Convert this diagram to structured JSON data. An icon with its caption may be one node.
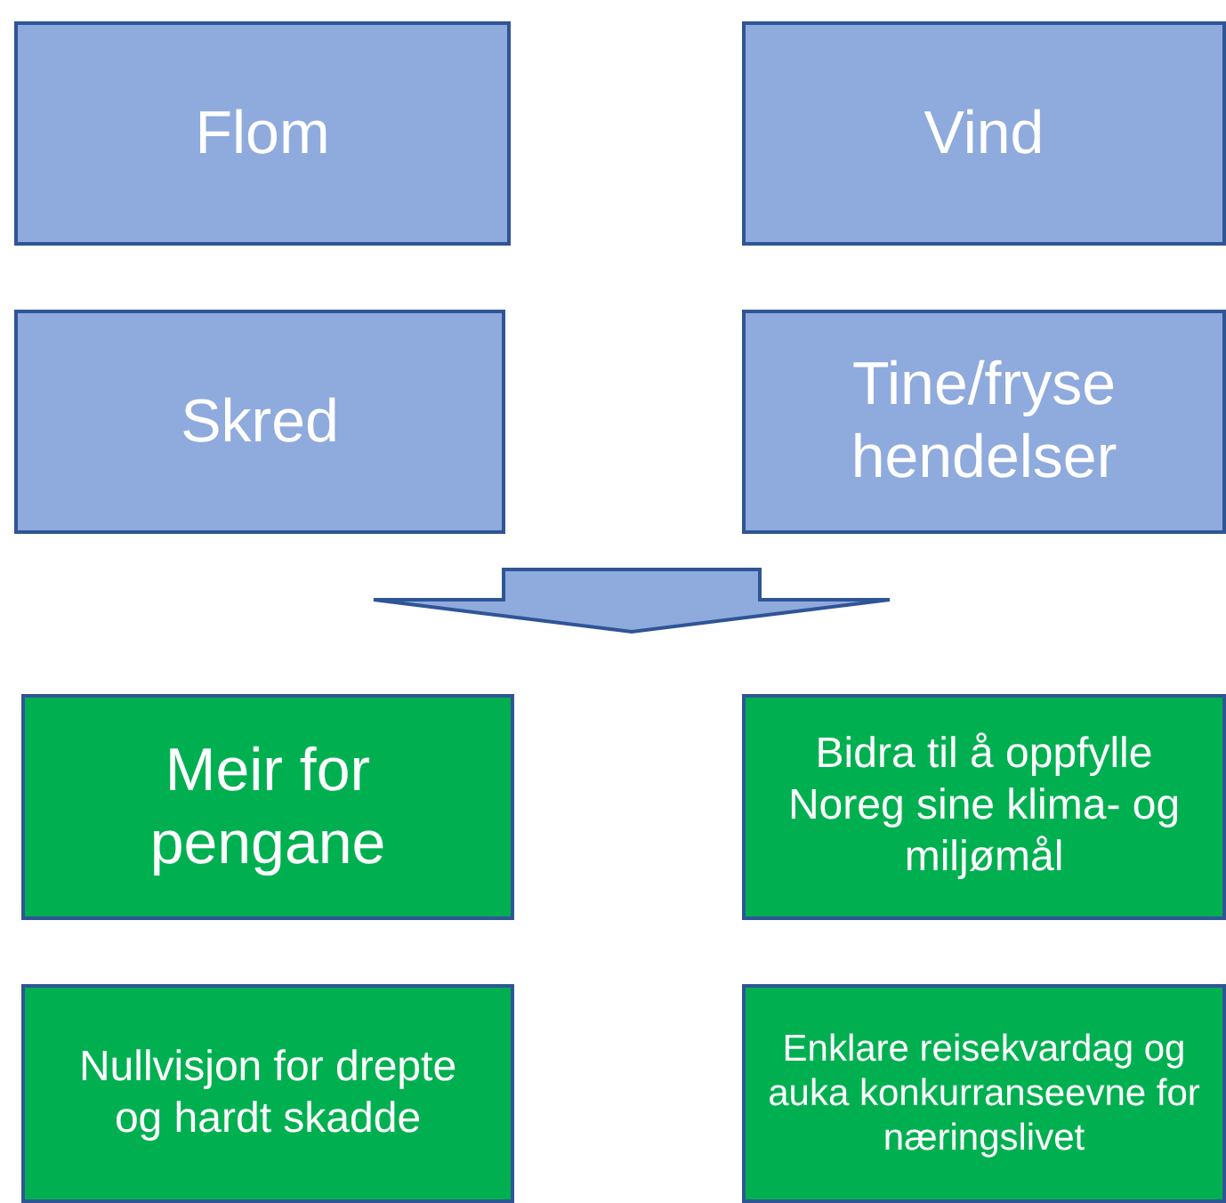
{
  "diagram": {
    "nodes": [
      {
        "text": [
          "Flom"
        ]
      },
      {
        "text": [
          "Vind"
        ]
      },
      {
        "text": [
          "Skred"
        ]
      },
      {
        "text": [
          "Tine/fryse hendelser"
        ]
      },
      {
        "text": [
          "Meir for pengane"
        ]
      },
      {
        "text": [
          "Bidra til å oppfylle Noreg sine klima- og miljømål"
        ]
      },
      {
        "text": [
          "Nullvisjon for drepte og hardt skadde"
        ]
      },
      {
        "text": [
          "Enklare reisekvardag og auka konkurranseevne for næringslivet"
        ]
      }
    ],
    "edges": []
  }
}
